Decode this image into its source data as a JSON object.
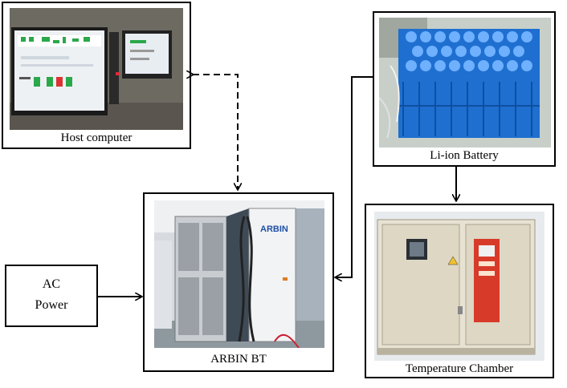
{
  "diagram": {
    "host_computer": "Host computer",
    "battery": "Li-ion Battery",
    "arbin_bt": "ARBIN BT",
    "ac_power_line1": "AC",
    "ac_power_line2": "Power",
    "chamber": "Temperature Chamber",
    "arbin_logo": "ARBIN"
  },
  "colors": {
    "battery_blue": "#1e6fd0",
    "monitor_green": "#2aa84a",
    "chamber_beige": "#e7e2d2",
    "chamber_red": "#d83a2a",
    "cabinet_grey": "#c9ccd1",
    "cabinet_dark": "#3f4a57"
  }
}
